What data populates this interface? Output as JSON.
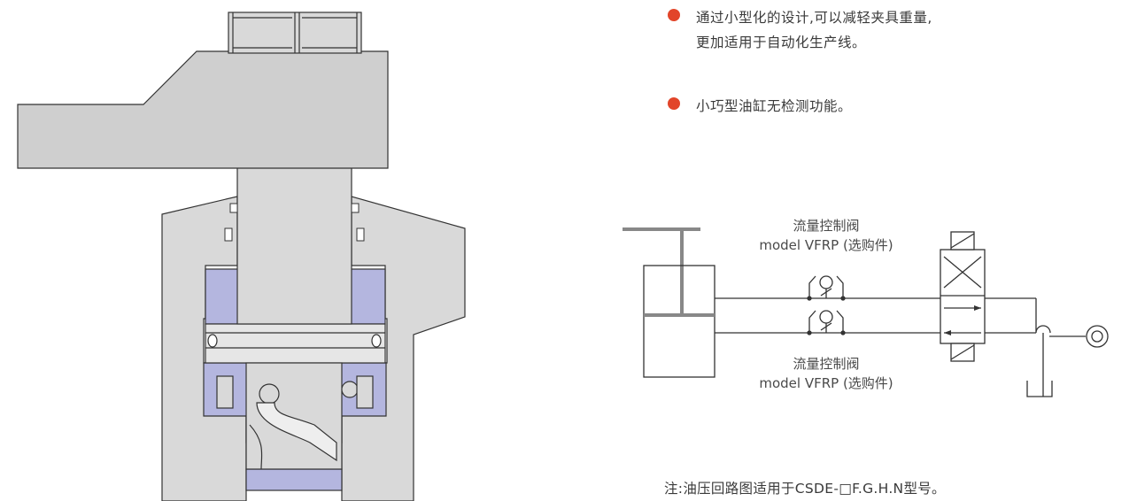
{
  "colors": {
    "accent": "#e2452a",
    "body_gray": "#d9d9d9",
    "piston_gray": "#cccccc",
    "seal_blue": "#b4b6df",
    "line": "#333333"
  },
  "features": [
    {
      "lines": [
        "通过小型化的设计,可以减轻夹具重量,",
        "更加适用于自动化生产线。"
      ]
    },
    {
      "lines": [
        "小巧型油缸无检测功能。"
      ]
    }
  ],
  "circuit": {
    "upper_valve_label": {
      "line1": "流量控制阀",
      "line2": "model VFRP (选购件)"
    },
    "lower_valve_label": {
      "line1": "流量控制阀",
      "line2": "model VFRP (选购件)"
    }
  },
  "note": "注:油压回路图适用于CSDE-□F.G.H.N型号。"
}
